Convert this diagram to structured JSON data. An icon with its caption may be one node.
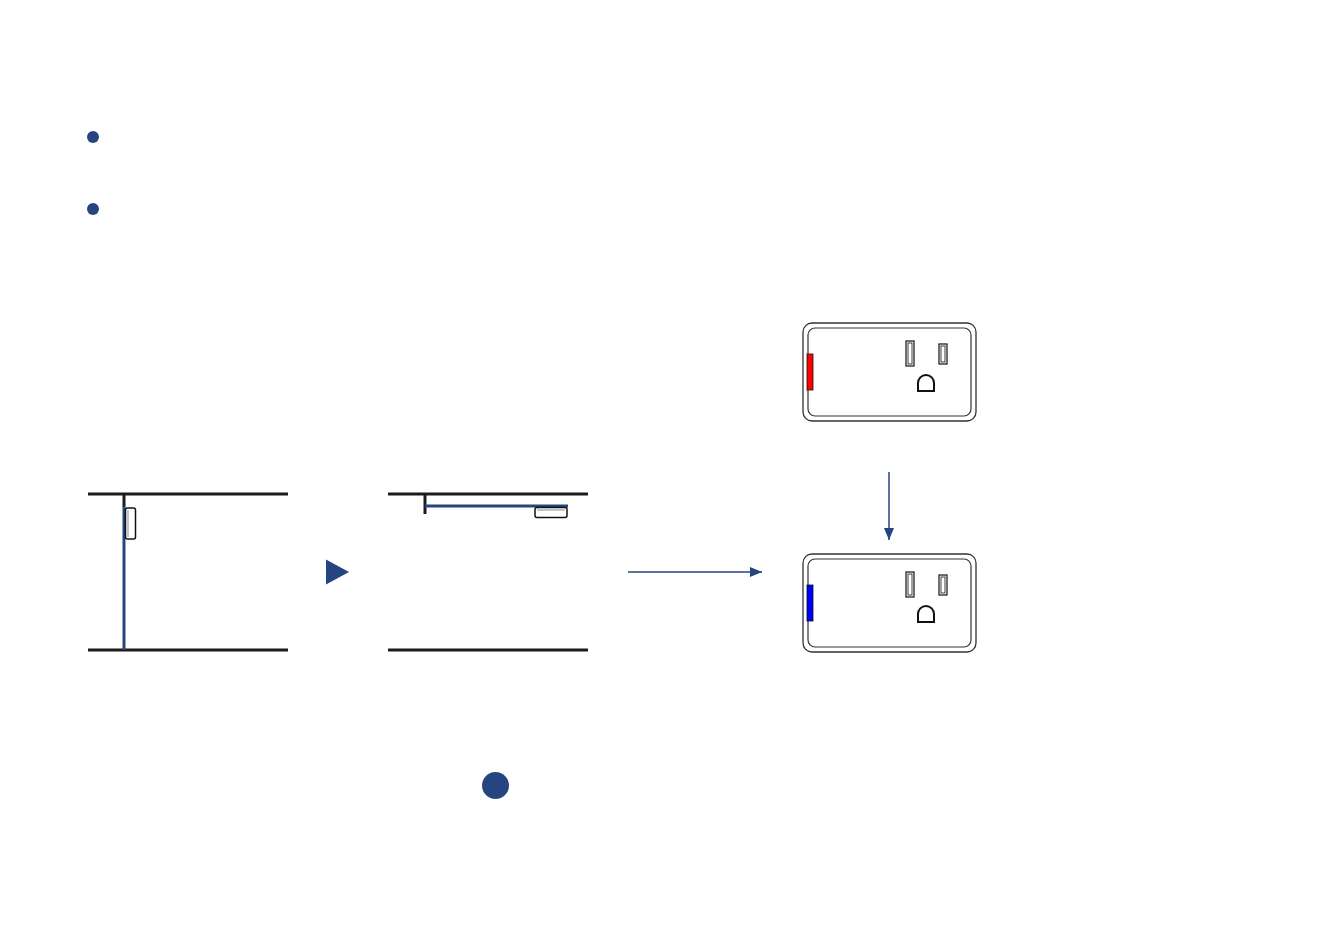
{
  "diagram": {
    "nodes": [
      {
        "text": [],
        "shape": "picture"
      },
      {
        "text": [],
        "shape": "picture"
      },
      {
        "text": [],
        "shape": "picture"
      },
      {
        "text": [],
        "shape": "picture"
      }
    ],
    "edges": [
      {
        "from": 0,
        "to": 1,
        "arrow": "to"
      },
      {
        "from": 1,
        "to": 3,
        "arrow": "to"
      },
      {
        "from": 2,
        "to": 3,
        "arrow": "to"
      }
    ]
  }
}
